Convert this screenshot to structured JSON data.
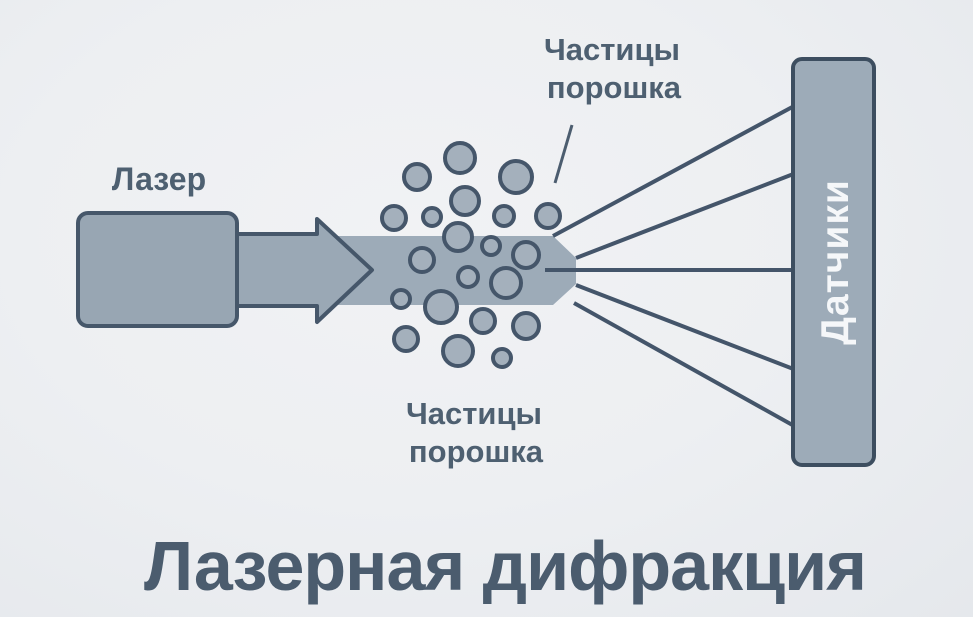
{
  "diagram": {
    "title": "Лазерная дифракция",
    "laser": {
      "label": "Лазер"
    },
    "particles_top_label": {
      "line1": "Частицы",
      "line2": "порошка"
    },
    "particles_bottom_label": {
      "line1": "Частицы",
      "line2": "порошка"
    },
    "detector": {
      "label": "Датчики"
    },
    "colors": {
      "background": "#edeff2",
      "shape_fill": "#9aa8b5",
      "beam_fill": "#9dabb8",
      "particle_fill": "#a4b0bc",
      "outline": "#46576a",
      "ray_line": "#44556a",
      "detector_fill": "#9dabb8",
      "detector_stroke": "#3d4e60",
      "detector_text": "#f5f7f9",
      "label_text": "#4e6071",
      "title_text": "#4b5c6e"
    }
  }
}
